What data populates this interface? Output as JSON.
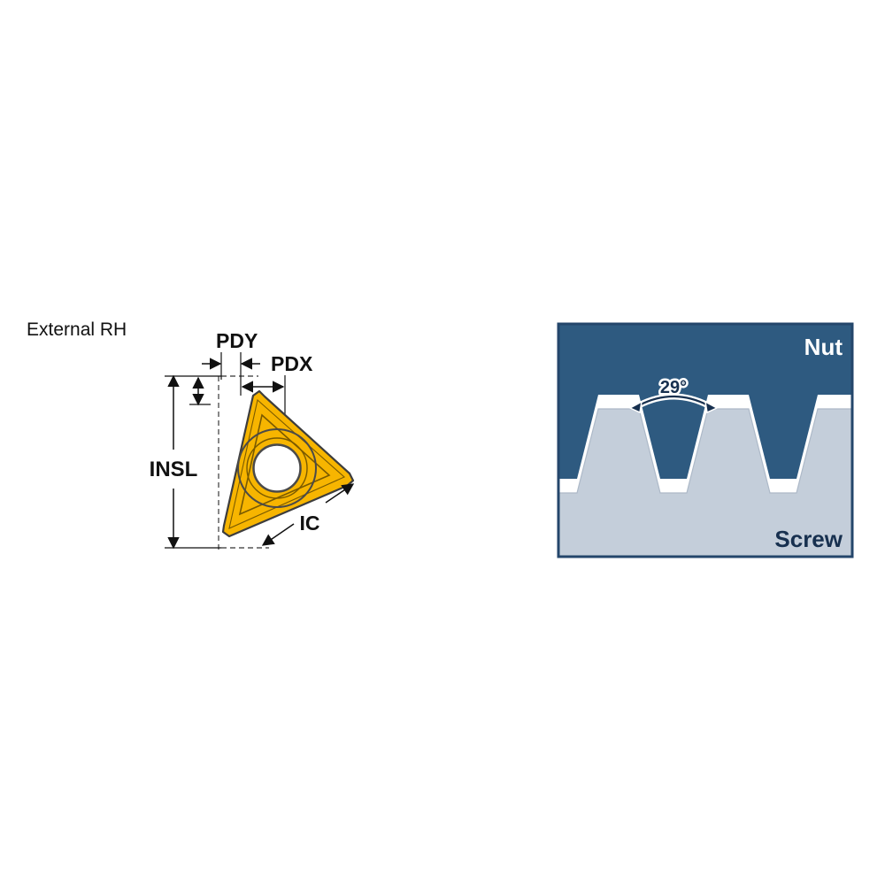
{
  "left_diagram": {
    "title": "External RH",
    "labels": {
      "pdy": "PDY",
      "pdx": "PDX",
      "insl": "INSL",
      "ic": "IC"
    }
  },
  "right_diagram": {
    "nut_label": "Nut",
    "screw_label": "Screw",
    "angle_label": "29°"
  },
  "colors": {
    "insert_gold": "#F7B500",
    "insert_outline": "#3d3d3d",
    "nut_blue": "#2E5A80",
    "screw_gray": "#C4CEDA",
    "navy_text": "#17304F",
    "white": "#FFFFFF",
    "panel_border": "#24466B"
  }
}
